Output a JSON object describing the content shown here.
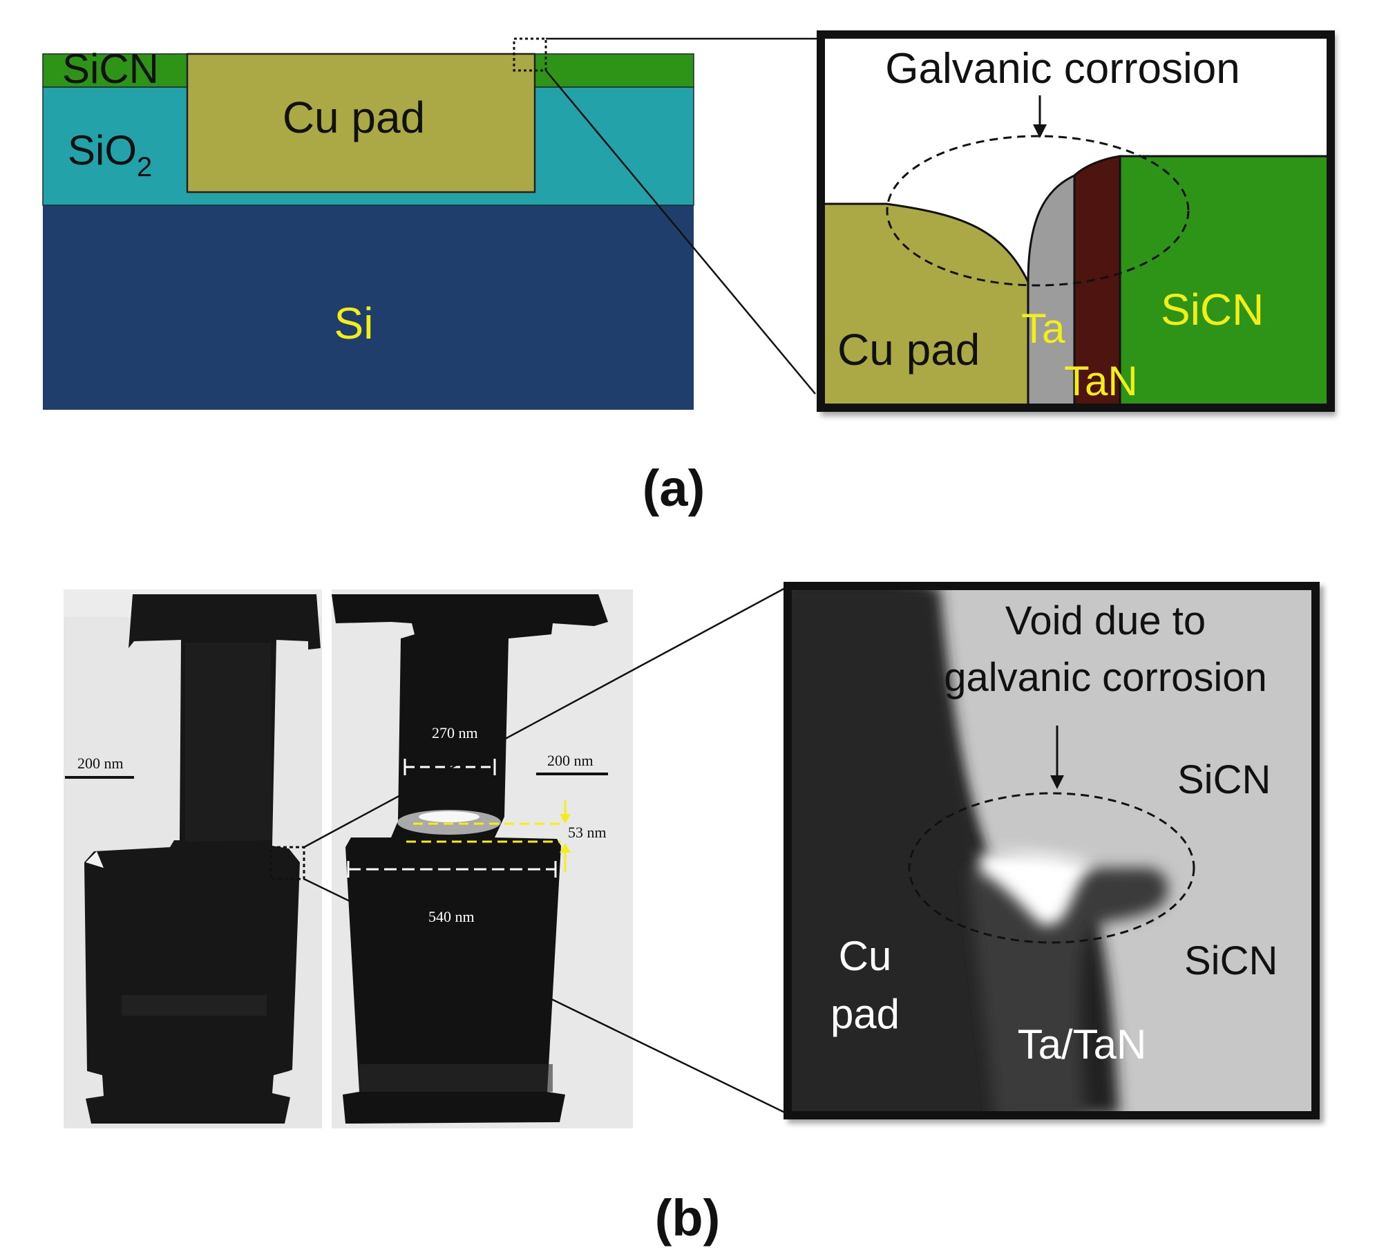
{
  "panel_a": {
    "label": "(a)",
    "layers": {
      "sicn": "SiCN",
      "sio2": "SiO",
      "sio2_sub": "2",
      "si": "Si",
      "cu_pad": "Cu pad"
    },
    "inset": {
      "title": "Galvanic corrosion",
      "cu_pad": "Cu pad",
      "ta": "Ta",
      "tan": "TaN",
      "sicn": "SiCN"
    }
  },
  "panel_b": {
    "label": "(b)",
    "tem": {
      "scale_left": "200 nm",
      "scale_right": "200 nm",
      "dim_270": "270 nm",
      "dim_53": "53 nm",
      "dim_540": "540 nm"
    },
    "inset": {
      "title_line1": "Void due to",
      "title_line2": "galvanic corrosion",
      "sicn_top": "SiCN",
      "sicn_bottom": "SiCN",
      "cu_line1": "Cu",
      "cu_line2": "pad",
      "ta_tan": "Ta/TaN"
    }
  },
  "colors": {
    "sicn_green": "#2e9418",
    "sio2_teal": "#23a2aa",
    "si_navy": "#1f3e6c",
    "cu_olive": "#aba946",
    "ta_gray": "#9c9c9c",
    "tan_maroon": "#4e1410",
    "label_yellow": "#f4ee18"
  }
}
